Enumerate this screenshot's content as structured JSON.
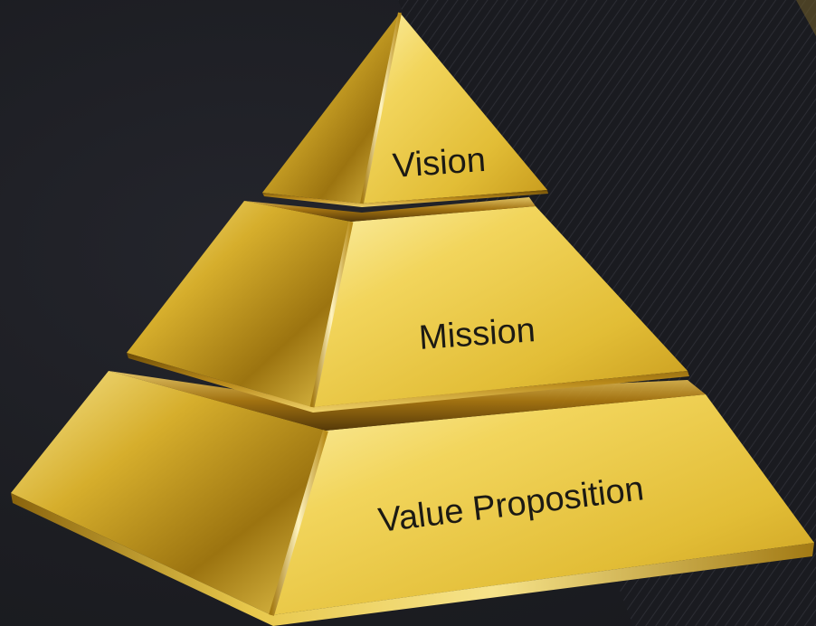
{
  "pyramid": {
    "tiers": [
      {
        "label": "Vision"
      },
      {
        "label": "Mission"
      },
      {
        "label": "Value Proposition"
      }
    ]
  },
  "colors": {
    "background": "#1d1e24",
    "gold_light": "#f3df7a",
    "gold_mid": "#d9b431",
    "gold_dark": "#7a5a0c",
    "label_text": "#1c1a14"
  }
}
